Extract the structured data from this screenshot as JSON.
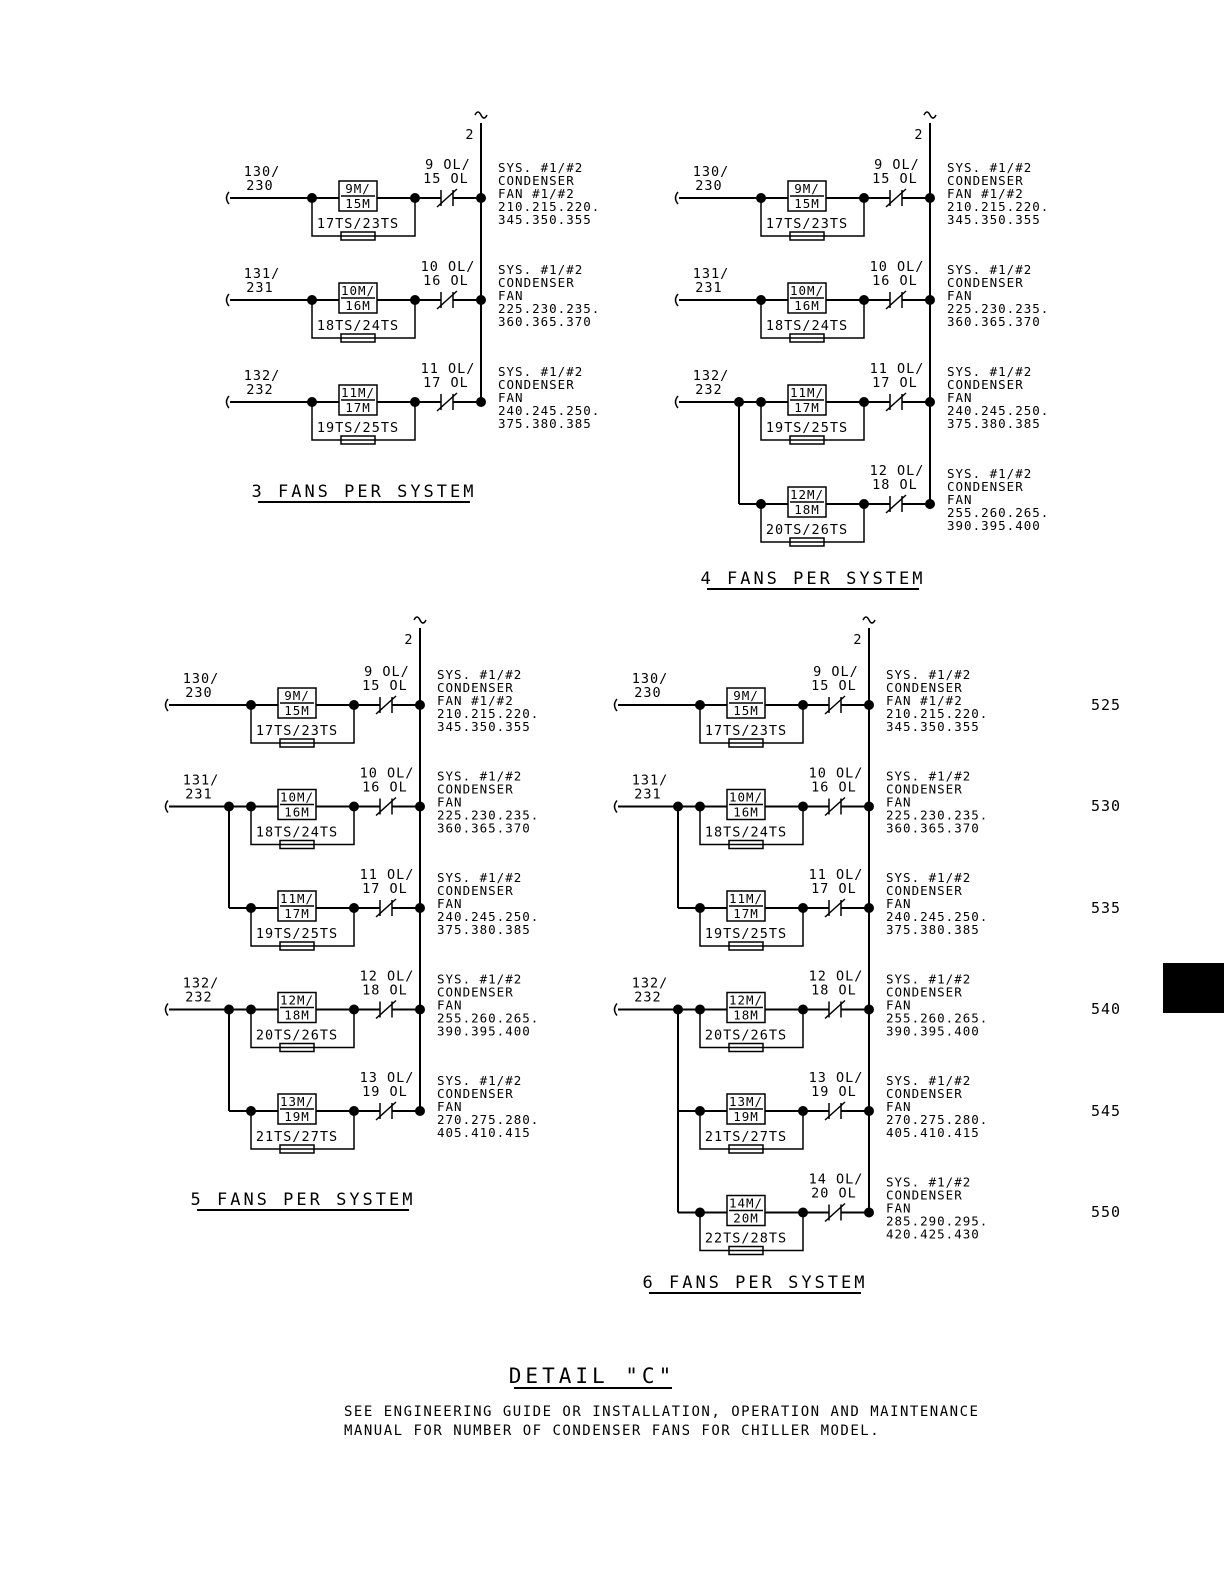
{
  "page": {
    "detail_title": "DETAIL \"C\"",
    "note_line1": "SEE ENGINEERING GUIDE OR INSTALLATION, OPERATION AND MAINTENANCE",
    "note_line2": "MANUAL FOR NUMBER OF CONDENSER FANS FOR CHILLER MODEL.",
    "line_numbers": [
      "525",
      "530",
      "535",
      "540",
      "545",
      "550"
    ],
    "bus_label": "2"
  },
  "panels": [
    {
      "caption": "3 FANS PER SYSTEM",
      "rows": [
        {
          "feed": 0,
          "contactor": [
            "9M/",
            "15M"
          ],
          "ts": "17TS/23TS",
          "ol": [
            "9 OL/",
            "15 OL"
          ],
          "desc": [
            "SYS. #1/#2",
            "CONDENSER",
            "FAN #1/#2",
            "210.215.220.",
            "345.350.355"
          ]
        },
        {
          "feed": 1,
          "contactor": [
            "10M/",
            "16M"
          ],
          "ts": "18TS/24TS",
          "ol": [
            "10 OL/",
            "16 OL"
          ],
          "desc": [
            "SYS. #1/#2",
            "CONDENSER",
            "FAN",
            "225.230.235.",
            "360.365.370"
          ]
        },
        {
          "feed": 2,
          "contactor": [
            "11M/",
            "17M"
          ],
          "ts": "19TS/25TS",
          "ol": [
            "11 OL/",
            "17 OL"
          ],
          "desc": [
            "SYS. #1/#2",
            "CONDENSER",
            "FAN",
            "240.245.250.",
            "375.380.385"
          ]
        }
      ],
      "feeds": [
        [
          "130/",
          "230"
        ],
        [
          "131/",
          "231"
        ],
        [
          "132/",
          "232"
        ]
      ]
    },
    {
      "caption": "4 FANS PER SYSTEM",
      "rows": [
        {
          "feed": 0,
          "contactor": [
            "9M/",
            "15M"
          ],
          "ts": "17TS/23TS",
          "ol": [
            "9 OL/",
            "15 OL"
          ],
          "desc": [
            "SYS. #1/#2",
            "CONDENSER",
            "FAN #1/#2",
            "210.215.220.",
            "345.350.355"
          ]
        },
        {
          "feed": 1,
          "contactor": [
            "10M/",
            "16M"
          ],
          "ts": "18TS/24TS",
          "ol": [
            "10 OL/",
            "16 OL"
          ],
          "desc": [
            "SYS. #1/#2",
            "CONDENSER",
            "FAN",
            "225.230.235.",
            "360.365.370"
          ]
        },
        {
          "feed": 2,
          "contactor": [
            "11M/",
            "17M"
          ],
          "ts": "19TS/25TS",
          "ol": [
            "11 OL/",
            "17 OL"
          ],
          "desc": [
            "SYS. #1/#2",
            "CONDENSER",
            "FAN",
            "240.245.250.",
            "375.380.385"
          ]
        },
        {
          "feed": 2,
          "contactor": [
            "12M/",
            "18M"
          ],
          "ts": "20TS/26TS",
          "ol": [
            "12 OL/",
            "18 OL"
          ],
          "desc": [
            "SYS. #1/#2",
            "CONDENSER",
            "FAN",
            "255.260.265.",
            "390.395.400"
          ]
        }
      ],
      "feeds": [
        [
          "130/",
          "230"
        ],
        [
          "131/",
          "231"
        ],
        [
          "132/",
          "232"
        ]
      ]
    },
    {
      "caption": "5 FANS PER SYSTEM",
      "rows": [
        {
          "feed": 0,
          "contactor": [
            "9M/",
            "15M"
          ],
          "ts": "17TS/23TS",
          "ol": [
            "9 OL/",
            "15 OL"
          ],
          "desc": [
            "SYS. #1/#2",
            "CONDENSER",
            "FAN #1/#2",
            "210.215.220.",
            "345.350.355"
          ]
        },
        {
          "feed": 1,
          "contactor": [
            "10M/",
            "16M"
          ],
          "ts": "18TS/24TS",
          "ol": [
            "10 OL/",
            "16 OL"
          ],
          "desc": [
            "SYS. #1/#2",
            "CONDENSER",
            "FAN",
            "225.230.235.",
            "360.365.370"
          ]
        },
        {
          "feed": 1,
          "contactor": [
            "11M/",
            "17M"
          ],
          "ts": "19TS/25TS",
          "ol": [
            "11 OL/",
            "17 OL"
          ],
          "desc": [
            "SYS. #1/#2",
            "CONDENSER",
            "FAN",
            "240.245.250.",
            "375.380.385"
          ]
        },
        {
          "feed": 2,
          "contactor": [
            "12M/",
            "18M"
          ],
          "ts": "20TS/26TS",
          "ol": [
            "12 OL/",
            "18 OL"
          ],
          "desc": [
            "SYS. #1/#2",
            "CONDENSER",
            "FAN",
            "255.260.265.",
            "390.395.400"
          ]
        },
        {
          "feed": 2,
          "contactor": [
            "13M/",
            "19M"
          ],
          "ts": "21TS/27TS",
          "ol": [
            "13 OL/",
            "19 OL"
          ],
          "desc": [
            "SYS. #1/#2",
            "CONDENSER",
            "FAN",
            "270.275.280.",
            "405.410.415"
          ]
        }
      ],
      "feeds": [
        [
          "130/",
          "230"
        ],
        [
          "131/",
          "231"
        ],
        [
          "132/",
          "232"
        ]
      ]
    },
    {
      "caption": "6 FANS PER SYSTEM",
      "rows": [
        {
          "feed": 0,
          "contactor": [
            "9M/",
            "15M"
          ],
          "ts": "17TS/23TS",
          "ol": [
            "9 OL/",
            "15 OL"
          ],
          "desc": [
            "SYS. #1/#2",
            "CONDENSER",
            "FAN #1/#2",
            "210.215.220.",
            "345.350.355"
          ]
        },
        {
          "feed": 1,
          "contactor": [
            "10M/",
            "16M"
          ],
          "ts": "18TS/24TS",
          "ol": [
            "10 OL/",
            "16 OL"
          ],
          "desc": [
            "SYS. #1/#2",
            "CONDENSER",
            "FAN",
            "225.230.235.",
            "360.365.370"
          ]
        },
        {
          "feed": 1,
          "contactor": [
            "11M/",
            "17M"
          ],
          "ts": "19TS/25TS",
          "ol": [
            "11 OL/",
            "17 OL"
          ],
          "desc": [
            "SYS. #1/#2",
            "CONDENSER",
            "FAN",
            "240.245.250.",
            "375.380.385"
          ]
        },
        {
          "feed": 2,
          "contactor": [
            "12M/",
            "18M"
          ],
          "ts": "20TS/26TS",
          "ol": [
            "12 OL/",
            "18 OL"
          ],
          "desc": [
            "SYS. #1/#2",
            "CONDENSER",
            "FAN",
            "255.260.265.",
            "390.395.400"
          ]
        },
        {
          "feed": 2,
          "contactor": [
            "13M/",
            "19M"
          ],
          "ts": "21TS/27TS",
          "ol": [
            "13 OL/",
            "19 OL"
          ],
          "desc": [
            "SYS. #1/#2",
            "CONDENSER",
            "FAN",
            "270.275.280.",
            "405.410.415"
          ]
        },
        {
          "feed": 2,
          "contactor": [
            "14M/",
            "20M"
          ],
          "ts": "22TS/28TS",
          "ol": [
            "14 OL/",
            "20 OL"
          ],
          "desc": [
            "SYS. #1/#2",
            "CONDENSER",
            "FAN",
            "285.290.295.",
            "420.425.430"
          ]
        }
      ],
      "feeds": [
        [
          "130/",
          "230"
        ],
        [
          "131/",
          "231"
        ],
        [
          "132/",
          "232"
        ]
      ]
    }
  ]
}
